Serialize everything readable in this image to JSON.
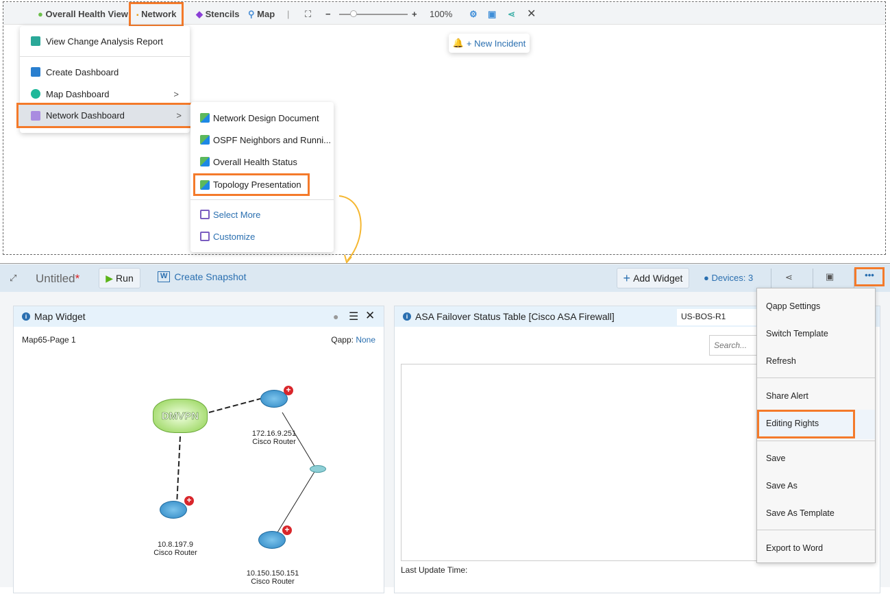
{
  "toolbar": {
    "overall": "Overall Health View",
    "network": "Network",
    "stencils": "Stencils",
    "map": "Map",
    "zoom": "100%",
    "zoom_fraction": 0.25
  },
  "new_incident": "+ New Incident",
  "network_menu": {
    "items": [
      "View Change Analysis Report",
      "Create Dashboard",
      "Map Dashboard",
      "Network Dashboard"
    ]
  },
  "submenu": {
    "items": [
      "Network Design Document",
      "OSPF Neighbors and Runni...",
      "Overall Health Status",
      "Topology Presentation"
    ],
    "select_more": "Select More",
    "customize": "Customize"
  },
  "dashboard": {
    "title": "Untitled",
    "modified": "*",
    "run": "Run",
    "snapshot": "Create Snapshot",
    "add_widget": "Add Widget",
    "devices": "Devices: 3"
  },
  "map_widget": {
    "title": "Map Widget",
    "page": "Map65-Page 1",
    "qapp_label": "Qapp:",
    "qapp_value": "None",
    "cloud": "DMVPN",
    "nodes": [
      {
        "ip": "172.16.9.251",
        "type": "Cisco Router"
      },
      {
        "ip": "10.8.197.9",
        "type": "Cisco Router"
      },
      {
        "ip": "10.150.150.151",
        "type": "Cisco Router"
      }
    ]
  },
  "asa_widget": {
    "title": "ASA Failover Status Table [Cisco ASA Firewall]",
    "device": "US-BOS-R1",
    "search_placeholder": "Search...",
    "last_update": "Last Update Time:"
  },
  "more_menu": {
    "items": [
      "Qapp Settings",
      "Switch Template",
      "Refresh",
      "Share Alert",
      "Editing Rights",
      "Save",
      "Save As",
      "Save As Template",
      "Export to Word"
    ]
  }
}
